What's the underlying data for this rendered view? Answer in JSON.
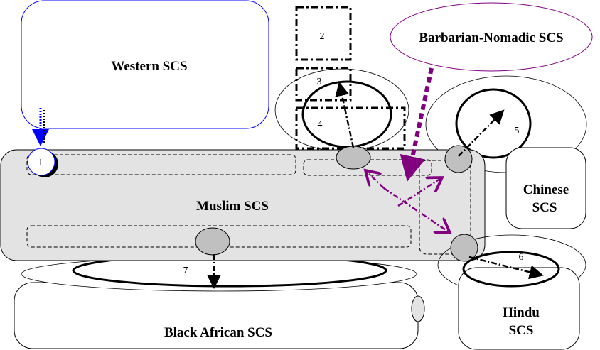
{
  "labels": {
    "western": "Western SCS",
    "barbarian": "Barbarian-Nomadic SCS",
    "muslim": "Muslim SCS",
    "chinese_1": "Chinese",
    "chinese_2": "SCS",
    "hindu_1": "Hindu",
    "hindu_2": "SCS",
    "african": "Black African SCS"
  },
  "numbers": [
    "1",
    "2",
    "3",
    "4",
    "5",
    "6",
    "7"
  ],
  "colors": {
    "purple": "#800080",
    "blue": "#0000ff",
    "fill": "#e3e3e3",
    "node": "#c0c0c0"
  }
}
